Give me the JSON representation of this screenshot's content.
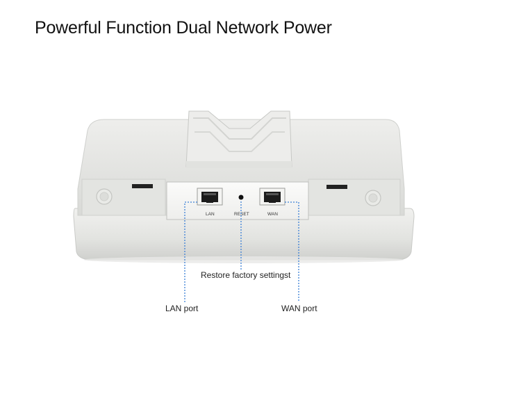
{
  "title": "Powerful Function Dual Network Power",
  "device": {
    "port_labels": {
      "lan": "LAN",
      "reset": "RESET",
      "wan": "WAN"
    }
  },
  "callouts": {
    "restore": "Restore factory settingst",
    "lan": "LAN port",
    "wan": "WAN port"
  },
  "colors": {
    "callout_line": "#3a7fd6",
    "device_body": "#e6e7e5",
    "port_panel": "#f7f7f5"
  }
}
